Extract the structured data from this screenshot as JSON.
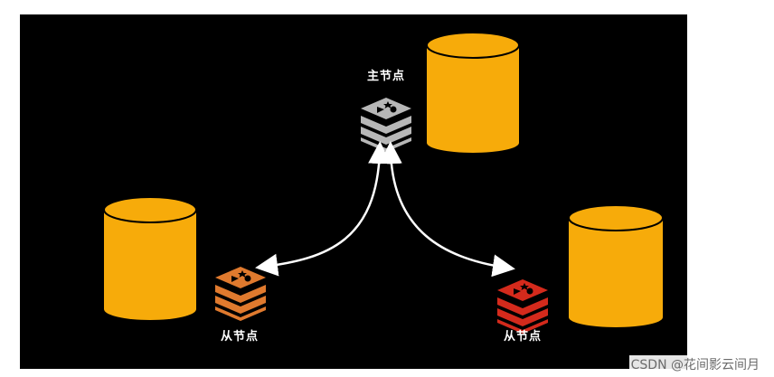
{
  "nodes": {
    "master": {
      "label": "主节点",
      "color": "#b7b7b7"
    },
    "slave_left": {
      "label": "从节点",
      "color": "#e07a2e"
    },
    "slave_right": {
      "label": "从节点",
      "color": "#d42a1c"
    }
  },
  "database_color": "#f7ab0a",
  "arrow_color": "#ffffff",
  "background_color": "#000000",
  "watermark": "CSDN @花间影云间月"
}
